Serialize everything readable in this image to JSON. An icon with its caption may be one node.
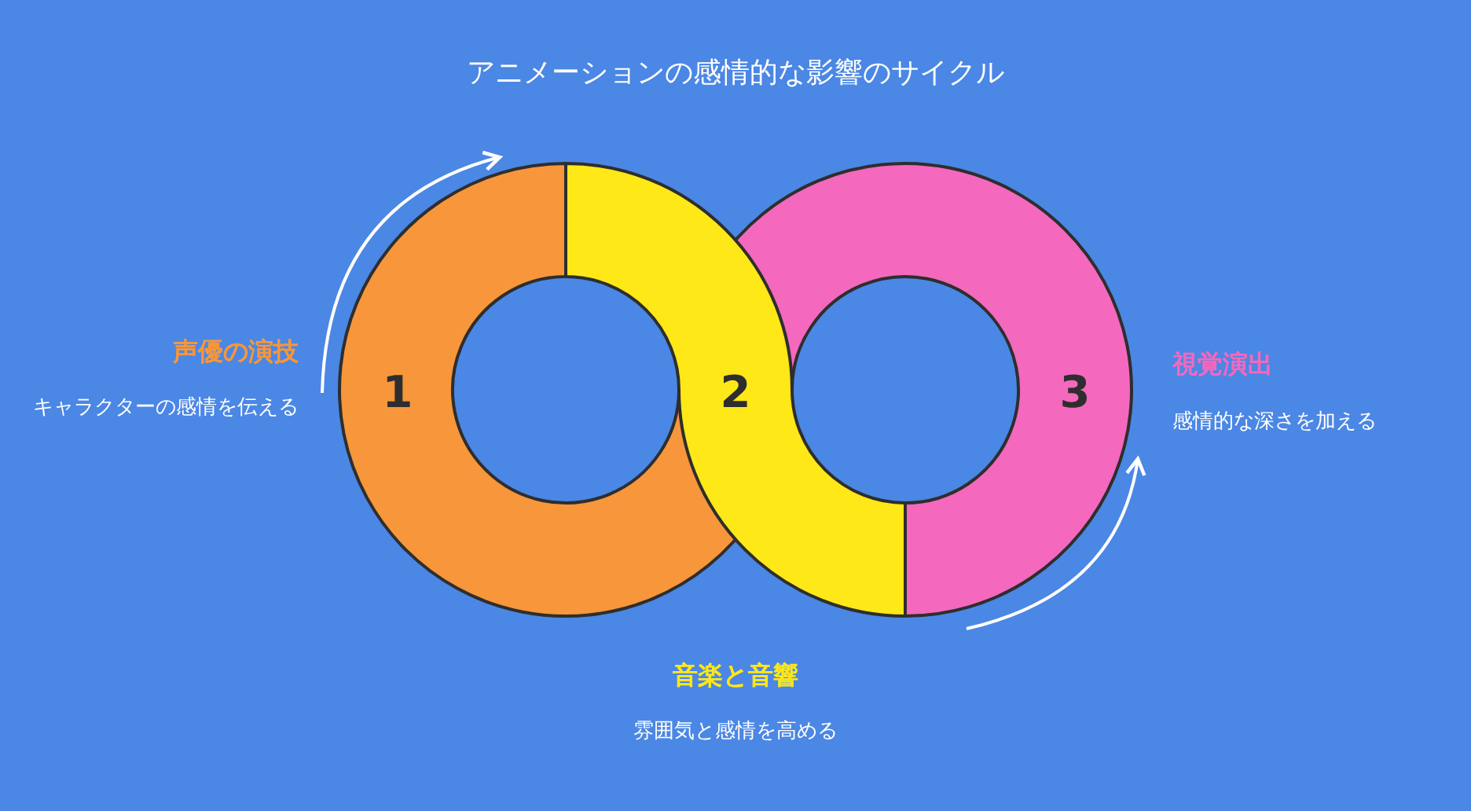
{
  "diagram": {
    "title": "アニメーションの感情的な影響のサイクル",
    "nodes": [
      {
        "text": [
          "1"
        ],
        "beside": [
          "声優の演技",
          "キャラクターの感情を伝える"
        ]
      },
      {
        "text": [
          "2"
        ],
        "beside": [
          "音楽と音響",
          "雰囲気と感情を高める"
        ]
      },
      {
        "text": [
          "3"
        ],
        "beside": [
          "視覚演出",
          "感情的な深さを加える"
        ]
      }
    ]
  }
}
